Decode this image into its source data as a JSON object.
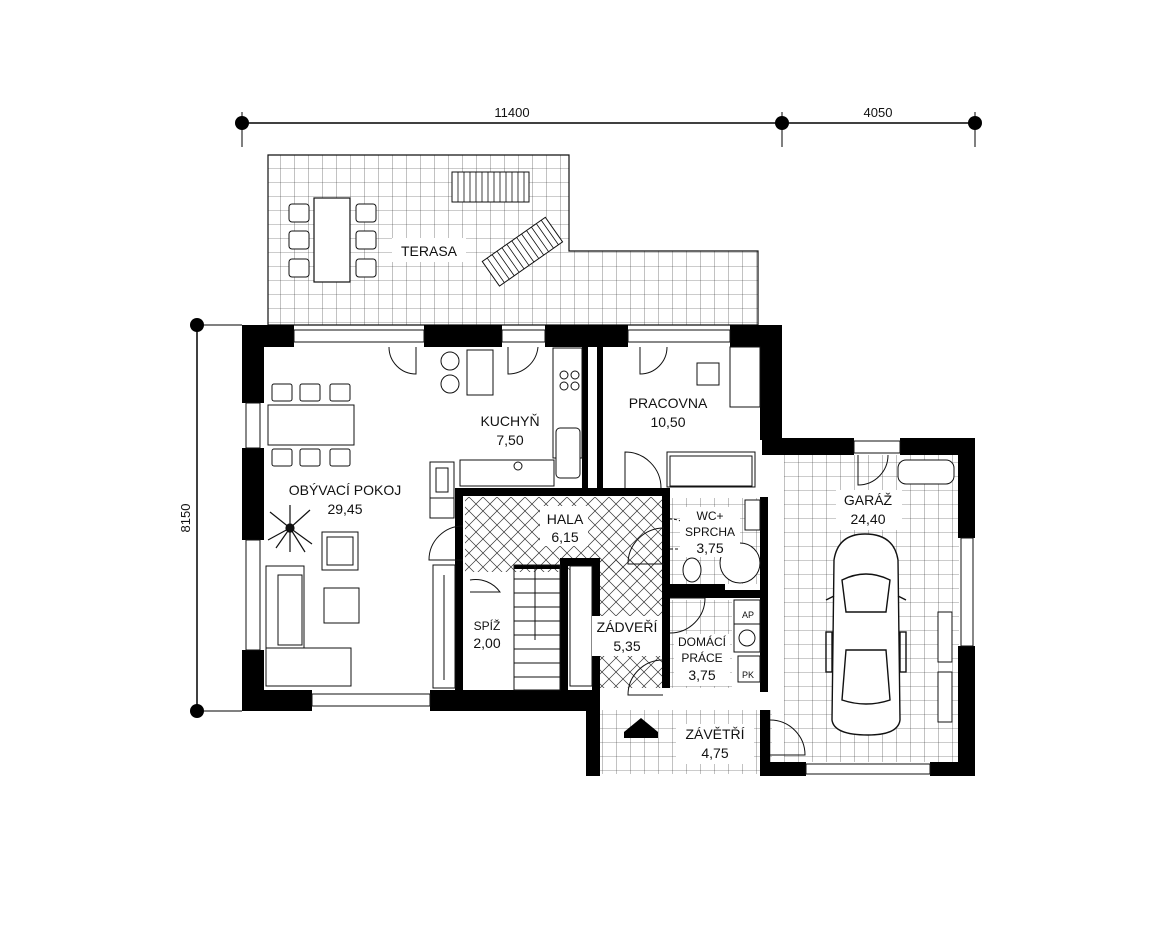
{
  "dimensions": {
    "top_left": "11400",
    "top_right": "4050",
    "left_vertical": "8150"
  },
  "rooms": {
    "terasa": {
      "name": "TERASA"
    },
    "kuchyn": {
      "name": "KUCHYŇ",
      "area": "7,50"
    },
    "pracovna": {
      "name": "PRACOVNA",
      "area": "10,50"
    },
    "obyvaci": {
      "name": "OBÝVACÍ POKOJ",
      "area": "29,45"
    },
    "hala": {
      "name": "HALA",
      "area": "6,15"
    },
    "wc": {
      "name_1": "WC+",
      "name_2": "SPRCHA",
      "area": "3,75"
    },
    "garaz": {
      "name": "GARÁŽ",
      "area": "24,40"
    },
    "spiz": {
      "name": "SPÍŽ",
      "area": "2,00"
    },
    "zadveri": {
      "name": "ZÁDVEŘÍ",
      "area": "5,35"
    },
    "domaci": {
      "name_1": "DOMÁCÍ",
      "name_2": "PRÁCE",
      "area": "3,75"
    },
    "zavetri": {
      "name": "ZÁVĚTŘÍ",
      "area": "4,75"
    }
  },
  "fixtures": {
    "ap_label": "AP",
    "pk_label": "PK"
  },
  "colors": {
    "wall": "#000000",
    "line": "#111111",
    "background": "#ffffff"
  }
}
